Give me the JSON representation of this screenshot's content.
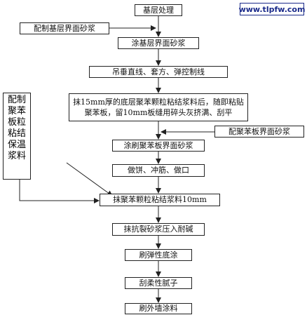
{
  "watermark": "www.tlpfw.com",
  "steps": [
    "基层处理",
    "涂基层界面砂浆",
    "吊垂直线、套方、弹控制线",
    "抹15mm厚的底层聚苯颗粒粘结浆料后，随即粘贴聚苯板，留10mm板缝用碎头灰挤满、刮平",
    "涂刷聚苯板界面砂浆",
    "做饼、冲筋、做口",
    "抹聚苯颗粒粘结浆料10mm",
    "抹抗裂砂浆压入耐碱",
    "刷弹性底涂",
    "刮柔性腻子",
    "刷外墙涂料"
  ],
  "side_inputs": {
    "base_mortar": "配制基层界面砂浆",
    "eps_board_mortar": "配聚苯板界面砂浆",
    "insulation_slurry": "配制聚苯板粒粘结保温浆料"
  },
  "colors": {
    "line": "#222222",
    "watermark": "#1a2a8a"
  }
}
